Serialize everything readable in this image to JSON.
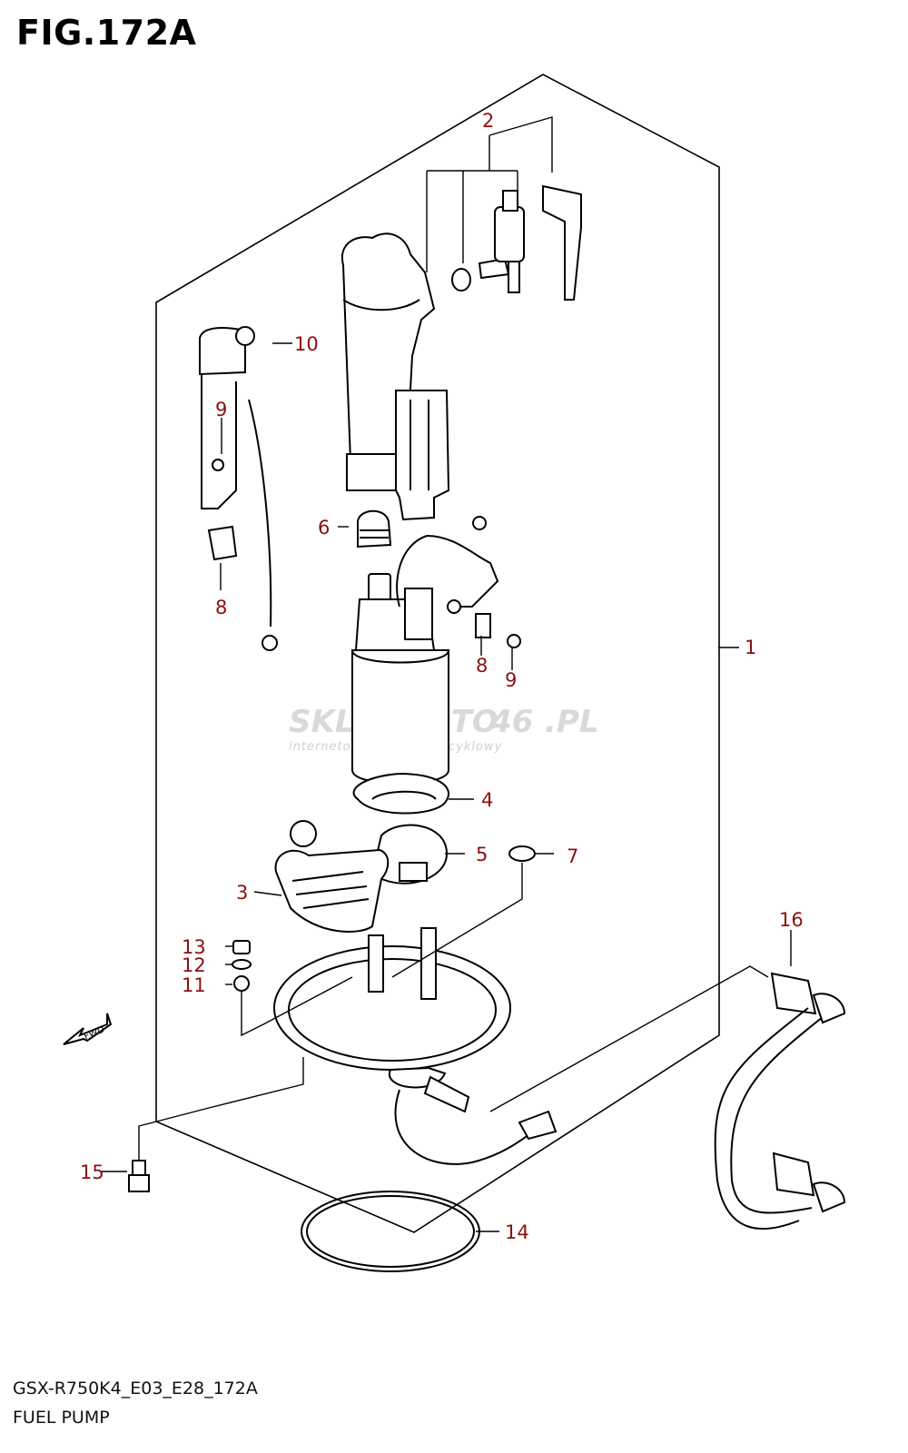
{
  "figure": {
    "title": "FIG.172A",
    "code": "GSX-R750K4_E03_E28_172A",
    "name": "FUEL PUMP"
  },
  "callouts": [
    "1",
    "2",
    "3",
    "4",
    "5",
    "6",
    "7",
    "8",
    "8",
    "9",
    "9",
    "10",
    "11",
    "12",
    "13",
    "14",
    "15",
    "16"
  ],
  "watermark": {
    "text_a": "SKLEP",
    "text_b": "MOTO",
    "text_c": "46",
    "text_d": ".PL",
    "subtitle": "internetowy sklep motocyklowy"
  },
  "fwd_label": "FWD"
}
